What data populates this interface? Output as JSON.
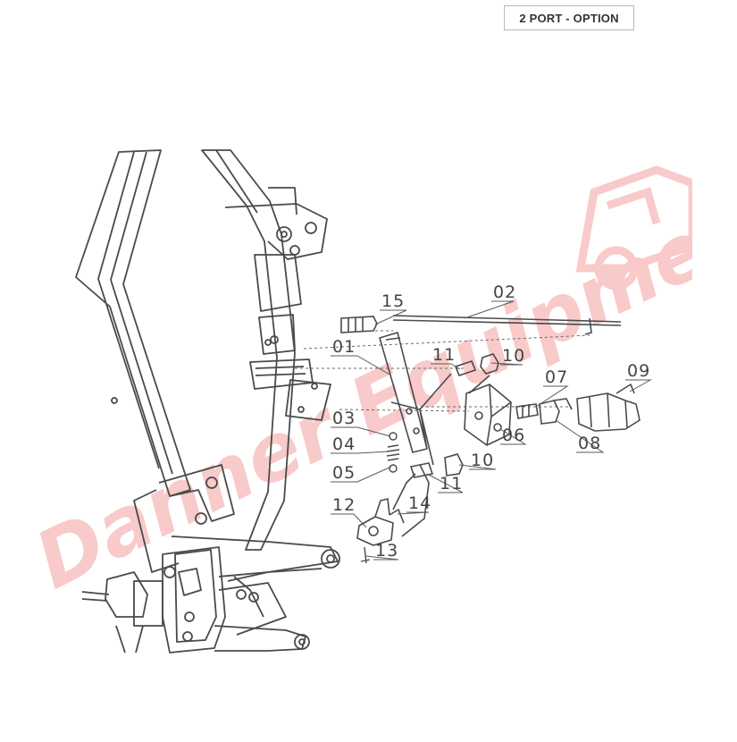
{
  "header": {
    "option_label": "2 PORT - OPTION"
  },
  "watermark": {
    "text": "Danner Equipment",
    "color": "#f4a0a0"
  },
  "colors": {
    "line": "#4a4a4a",
    "leader": "#5a5a5a",
    "background": "#ffffff"
  },
  "callouts": [
    {
      "label": "15"
    },
    {
      "label": "02"
    },
    {
      "label": "01"
    },
    {
      "label": "11"
    },
    {
      "label": "10"
    },
    {
      "label": "09"
    },
    {
      "label": "07"
    },
    {
      "label": "03"
    },
    {
      "label": "04"
    },
    {
      "label": "06"
    },
    {
      "label": "08"
    },
    {
      "label": "05"
    },
    {
      "label": "10"
    },
    {
      "label": "11"
    },
    {
      "label": "12"
    },
    {
      "label": "14"
    },
    {
      "label": "13"
    }
  ]
}
